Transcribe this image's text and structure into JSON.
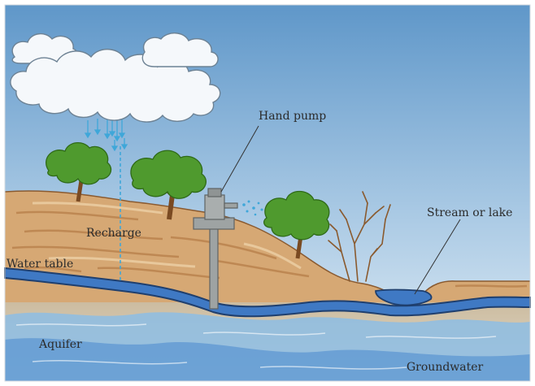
{
  "diagram": {
    "labels": {
      "hand_pump": "Hand pump",
      "stream_or_lake": "Stream or lake",
      "recharge": "Recharge",
      "water_table": "Water table",
      "aquifer": "Aquifer",
      "groundwater": "Groundwater"
    },
    "colors": {
      "sky_top": "#5f97c9",
      "sky_bottom": "#dbe9f4",
      "cloud": "#f5f8fb",
      "cloud_outline": "#6d8294",
      "soil_light": "#d9b88a",
      "soil_dark": "#b57f4f",
      "soil_deep": "#d7c7ad",
      "water": "#3f79c4",
      "water_dark": "#1f3f6e",
      "aquifer": "#7fb0dd",
      "tree_green": "#4f9a2e",
      "tree_trunk": "#7a4a22",
      "pump": "#9ea3a3",
      "rain": "#3fa7d9"
    }
  }
}
